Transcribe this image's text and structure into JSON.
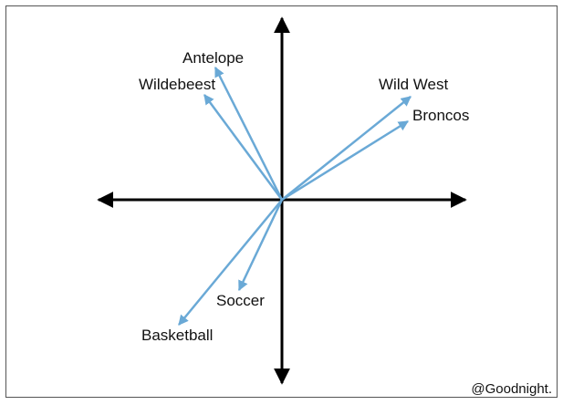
{
  "diagram": {
    "axis_color": "#000000",
    "vector_color": "#6aa9d6",
    "vectors": [
      {
        "id": "antelope",
        "label": "Antelope"
      },
      {
        "id": "wildebeest",
        "label": "Wildebeest"
      },
      {
        "id": "wild-west",
        "label": "Wild West"
      },
      {
        "id": "broncos",
        "label": "Broncos"
      },
      {
        "id": "soccer",
        "label": "Soccer"
      },
      {
        "id": "basketball",
        "label": "Basketball"
      }
    ]
  },
  "watermark": "@Goodnight."
}
